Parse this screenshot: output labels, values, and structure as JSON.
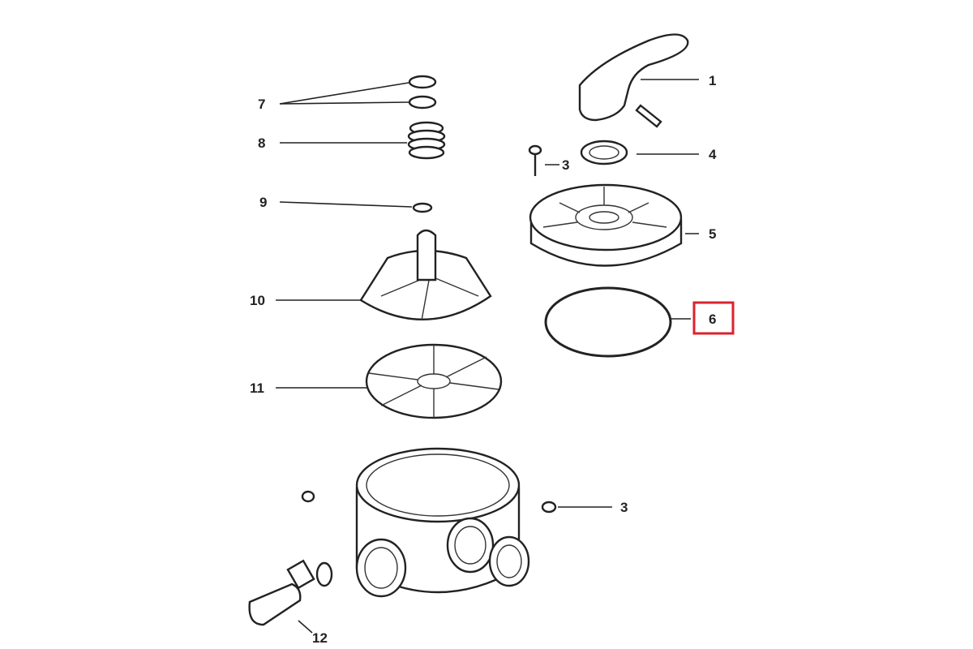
{
  "diagram": {
    "labels": {
      "p1": "1",
      "p3_top": "3",
      "p4": "4",
      "p5": "5",
      "p6": "6",
      "p7": "7",
      "p8": "8",
      "p9": "9",
      "p10": "10",
      "p11": "11",
      "p3_bottom": "3",
      "p12": "12"
    },
    "highlighted_part": "6",
    "highlight_color": "#d9232e"
  }
}
